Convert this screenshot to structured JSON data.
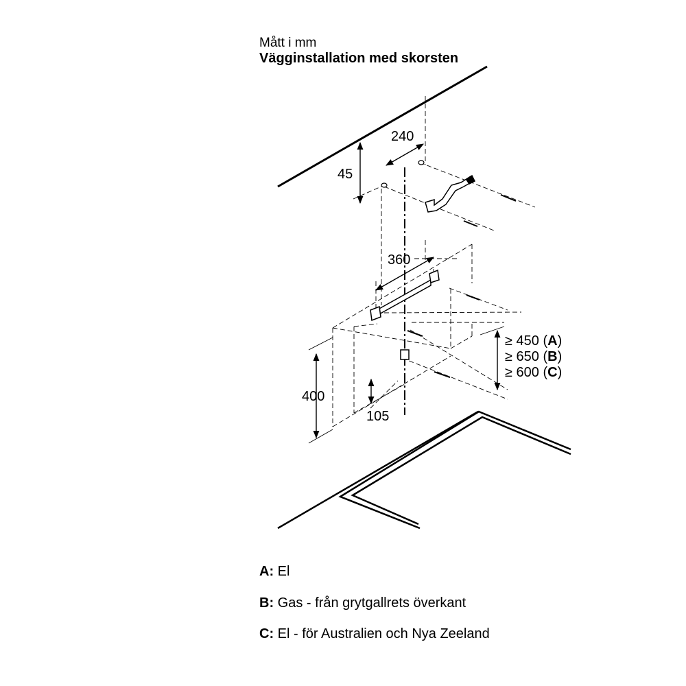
{
  "header": {
    "subtitle": "Mått i mm",
    "title": "Vägginstallation med skorsten"
  },
  "dimensions": {
    "d45": "45",
    "d240": "240",
    "d360": "360",
    "d400": "400",
    "d105": "105"
  },
  "clearances": [
    {
      "symbol": "≥",
      "value": "450",
      "open": "(",
      "key": "A",
      "close": ")"
    },
    {
      "symbol": "≥",
      "value": "650",
      "open": "(",
      "key": "B",
      "close": ")"
    },
    {
      "symbol": "≥",
      "value": "600",
      "open": "(",
      "key": "C",
      "close": ")"
    }
  ],
  "legend": [
    {
      "key": "A:",
      "text": "El"
    },
    {
      "key": "B:",
      "text": "Gas - från grytgallrets överkant"
    },
    {
      "key": "C:",
      "text": "El - för Australien och Nya Zeeland"
    }
  ]
}
